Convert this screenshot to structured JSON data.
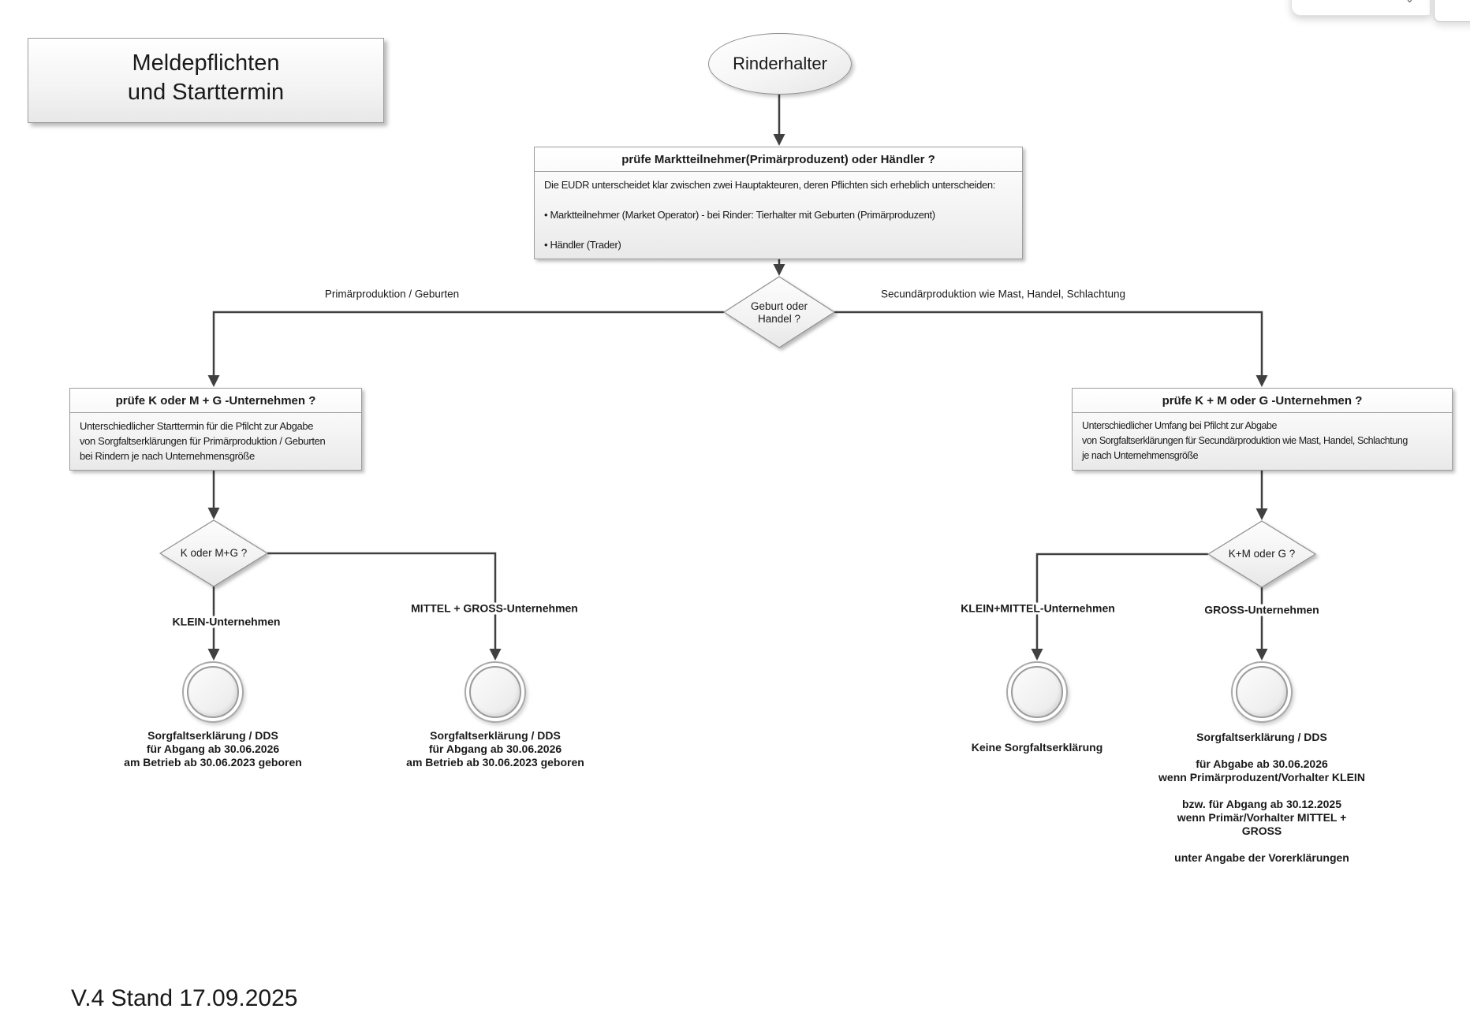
{
  "header": {
    "title": "Meldepflichten\nund Starttermin"
  },
  "footer": {
    "version": "V.4 Stand 17.09.2025"
  },
  "flowchart": {
    "start": "Rinderhalter",
    "check_actor": {
      "title": "prüfe Marktteilnehmer(Primärproduzent) oder Händler ?",
      "body_lines": [
        "Die EUDR unterscheidet klar zwischen zwei Hauptakteuren, deren Pflichten sich erheblich unterscheiden:",
        "• Marktteilnehmer (Market Operator) - bei Rinder: Tierhalter mit Geburten (Primärproduzent)",
        "• Händler (Trader)"
      ]
    },
    "decision_main": "Geburt oder\nHandel ?",
    "branch_primary": "Primärproduktion / Geburten",
    "branch_secondary": "Secundärproduktion wie Mast, Handel, Schlachtung",
    "check_primary": {
      "title": "prüfe K oder M + G -Unternehmen ?",
      "body": "Unterschiedlicher Starttermin für die Pfilcht zur Abgabe\nvon Sorgfaltserklärungen für Primärproduktion / Geburten\nbei Rindern je nach Unternehmensgröße"
    },
    "check_secondary": {
      "title": "prüfe K + M oder G -Unternehmen ?",
      "body": "Unterschiedlicher Umfang bei Pfilcht zur Abgabe\nvon Sorgfaltserklärungen für Secundärproduktion wie Mast, Handel, Schlachtung\nje nach Unternehmensgröße"
    },
    "decision_primary": "K oder M+G ?",
    "decision_secondary": "K+M oder G ?",
    "label_klein": "KLEIN-Unternehmen",
    "label_mittel_gross": "MITTEL + GROSS-Unternehmen",
    "label_klein_mittel": "KLEIN+MITTEL-Unternehmen",
    "label_gross": "GROSS-Unternehmen",
    "result_klein": "Sorgfaltserklärung / DDS\nfür Abgang ab 30.06.2026\nam Betrieb ab 30.06.2023 geboren",
    "result_mittel_gross": "Sorgfaltserklärung / DDS\nfür Abgang ab 30.06.2026\nam Betrieb ab 30.06.2023 geboren",
    "result_klein_mittel": "Keine Sorgfaltserklärung",
    "result_gross": "Sorgfaltserklärung / DDS\n\nfür Abgabe ab 30.06.2026\nwenn Primärproduzent/Vorhalter KLEIN\n\nbzw. für Abgang ab 30.12.2025\nwenn Primär/Vorhalter MITTEL + GROSS\n\nunter Angabe der Vorerklärungen"
  },
  "colors": {
    "line": "#404040",
    "box_border": "#9d9d9d",
    "shape_fill_top": "#fdfdfd",
    "shape_fill_bottom": "#e7e7e7"
  }
}
